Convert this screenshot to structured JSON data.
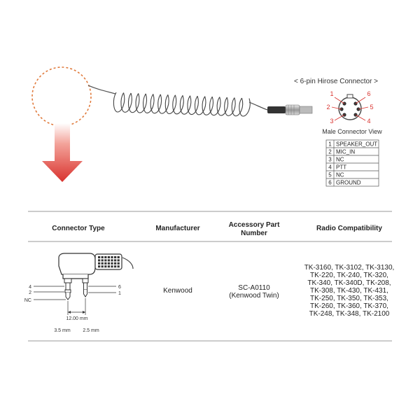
{
  "connector": {
    "title": "< 6-pin Hirose Connector >",
    "view_label": "Male Connector View",
    "pin_labels": [
      "1",
      "6",
      "2",
      "5",
      "3",
      "4"
    ],
    "pins": [
      {
        "num": "1",
        "name": "SPEAKER_OUT"
      },
      {
        "num": "2",
        "name": "MIC_IN"
      },
      {
        "num": "3",
        "name": "NC"
      },
      {
        "num": "4",
        "name": "PTT"
      },
      {
        "num": "5",
        "name": "NC"
      },
      {
        "num": "6",
        "name": "GROUND"
      }
    ]
  },
  "table": {
    "headers": {
      "connector_type": "Connector Type",
      "manufacturer": "Manufacturer",
      "part_line1": "Accessory Part",
      "part_line2": "Number",
      "compat": "Radio Compatibility"
    },
    "row": {
      "manufacturer": "Kenwood",
      "part_line1": "SC-A0110",
      "part_line2": "(Kenwood Twin)",
      "compat_lines": [
        "TK-3160, TK-3102, TK-3130,",
        "TK-220, TK-240, TK-320,",
        "TK-340, TK-340D, TK-208,",
        "TK-308, TK-430, TK-431,",
        "TK-250, TK-350, TK-353,",
        "TK-260, TK-360, TK-370,",
        "TK-248, TK-348, TK-2100"
      ]
    }
  },
  "plug": {
    "left_pins": [
      "4",
      "2",
      "NC"
    ],
    "right_pins": [
      "6",
      "1"
    ],
    "spacing": "12.00 mm",
    "size_left": "3.5 mm",
    "size_right": "2.5 mm"
  },
  "colors": {
    "accent_red": "#d9322e",
    "dashed_circle": "#e07a3c",
    "rule": "#999999"
  },
  "icons": {
    "arrow": "down-arrow-icon"
  }
}
